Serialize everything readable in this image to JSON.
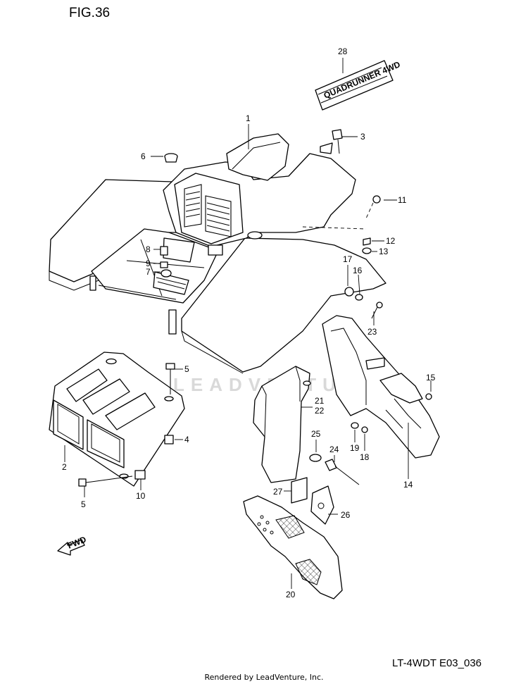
{
  "figure": {
    "title": "FIG.36",
    "model_code": "LT-4WDT E03_036",
    "credit": "Rendered by LeadVenture, Inc.",
    "watermark": "LEADVENTURE",
    "direction_label": "FWD",
    "decal_text": "QUADRUNNER 4WD"
  },
  "callouts": [
    {
      "id": "c28",
      "label": "28"
    },
    {
      "id": "c1",
      "label": "1"
    },
    {
      "id": "c3",
      "label": "3"
    },
    {
      "id": "c6",
      "label": "6"
    },
    {
      "id": "c11",
      "label": "11"
    },
    {
      "id": "c8",
      "label": "8"
    },
    {
      "id": "c9",
      "label": "9"
    },
    {
      "id": "c7",
      "label": "7"
    },
    {
      "id": "c12",
      "label": "12"
    },
    {
      "id": "c13",
      "label": "13"
    },
    {
      "id": "c17",
      "label": "17"
    },
    {
      "id": "c16",
      "label": "16"
    },
    {
      "id": "c23",
      "label": "23"
    },
    {
      "id": "c5a",
      "label": "5"
    },
    {
      "id": "c15",
      "label": "15"
    },
    {
      "id": "c21",
      "label": "21"
    },
    {
      "id": "c22",
      "label": "22"
    },
    {
      "id": "c4",
      "label": "4"
    },
    {
      "id": "c25",
      "label": "25"
    },
    {
      "id": "c19",
      "label": "19"
    },
    {
      "id": "c18",
      "label": "18"
    },
    {
      "id": "c24",
      "label": "24"
    },
    {
      "id": "c2",
      "label": "2"
    },
    {
      "id": "c14",
      "label": "14"
    },
    {
      "id": "c27",
      "label": "27"
    },
    {
      "id": "c5b",
      "label": "5"
    },
    {
      "id": "c10",
      "label": "10"
    },
    {
      "id": "c26",
      "label": "26"
    },
    {
      "id": "c20",
      "label": "20"
    }
  ]
}
